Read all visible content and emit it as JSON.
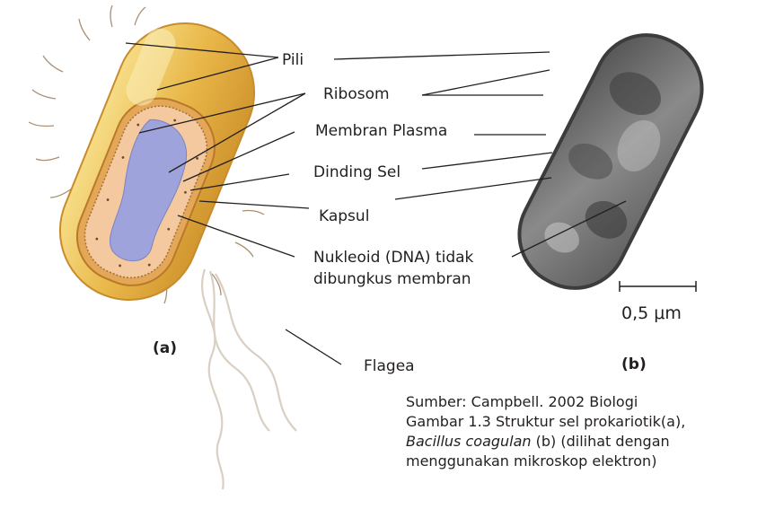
{
  "labels": {
    "pili": "Pili",
    "ribosom": "Ribosom",
    "membran_plasma": "Membran Plasma",
    "dinding_sel": "Dinding Sel",
    "kapsul": "Kapsul",
    "nukleoid_line1": "Nukleoid (DNA) tidak",
    "nukleoid_line2": "dibungkus membran",
    "flagea": "Flagea"
  },
  "panels": {
    "a": "(a)",
    "b": "(b)"
  },
  "scale_bar": "0,5 μm",
  "caption": {
    "line1": "Sumber: Campbell. 2002 Biologi",
    "line2": "Gambar  1.3 Struktur sel prokariotik(a),",
    "line3_italic": "Bacillus coagulan",
    "line3_rest": " (b) (dilihat dengan",
    "line4": "menggunakan mikroskop elektron)"
  },
  "colors": {
    "capsule": "#e9b84a",
    "wall": "#d89a3a",
    "cytoplasm": "#f4c9a0",
    "nucleoid": "#9ea3db",
    "micrograph": "#6f6f6f",
    "leader_lines": "#231f20"
  }
}
